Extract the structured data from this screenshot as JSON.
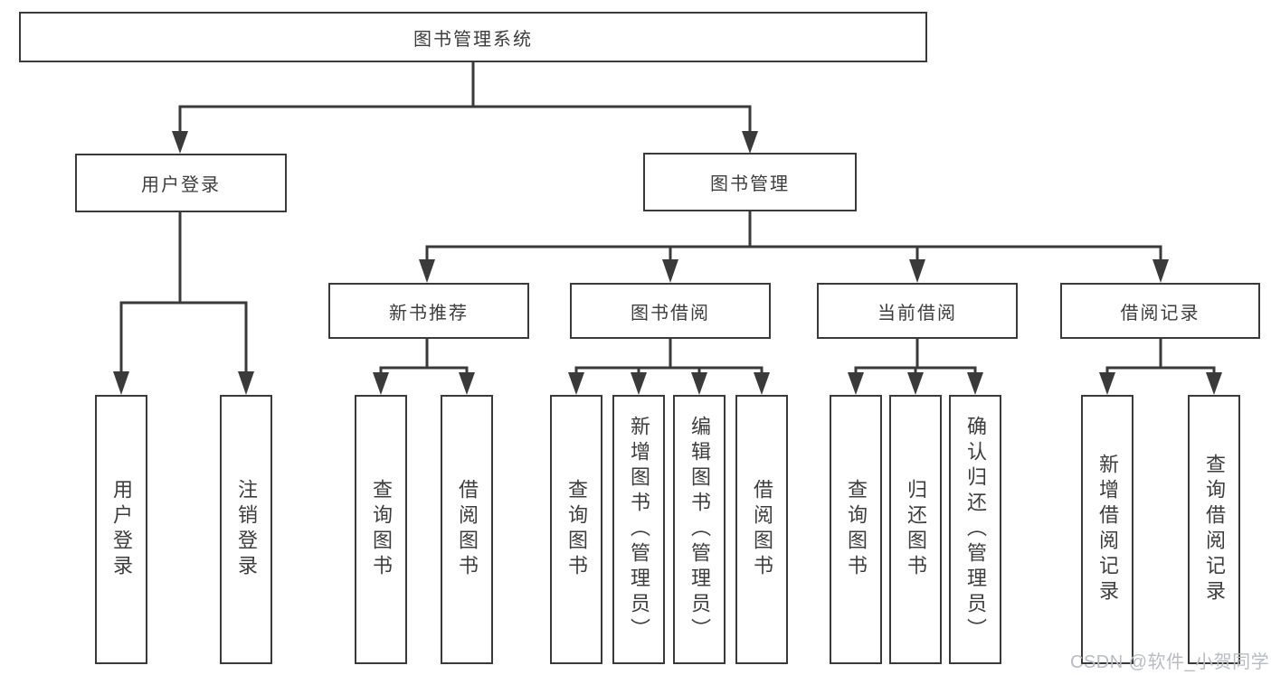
{
  "diagram": {
    "title": "图书管理系统",
    "branches": [
      {
        "label": "用户登录",
        "children": [
          "用户登录",
          "注销登录"
        ]
      },
      {
        "label": "图书管理",
        "children": [
          {
            "label": "新书推荐",
            "children": [
              "查询图书",
              "借阅图书"
            ]
          },
          {
            "label": "图书借阅",
            "children": [
              "查询图书",
              "新增图书（管理员）",
              "编辑图书（管理员）",
              "借阅图书"
            ]
          },
          {
            "label": "当前借阅",
            "children": [
              "查询图书",
              "归还图书",
              "确认归还（管理员）"
            ]
          },
          {
            "label": "借阅记录",
            "children": [
              "新增借阅记录",
              "查询借阅记录"
            ]
          }
        ]
      }
    ]
  },
  "watermark": {
    "text": "CSDN @软件_小贺同学",
    "color": "#b7bbc4"
  },
  "colors": {
    "line": "#3a3a3a",
    "text": "#3d3d3d",
    "background": "#ffffff"
  }
}
